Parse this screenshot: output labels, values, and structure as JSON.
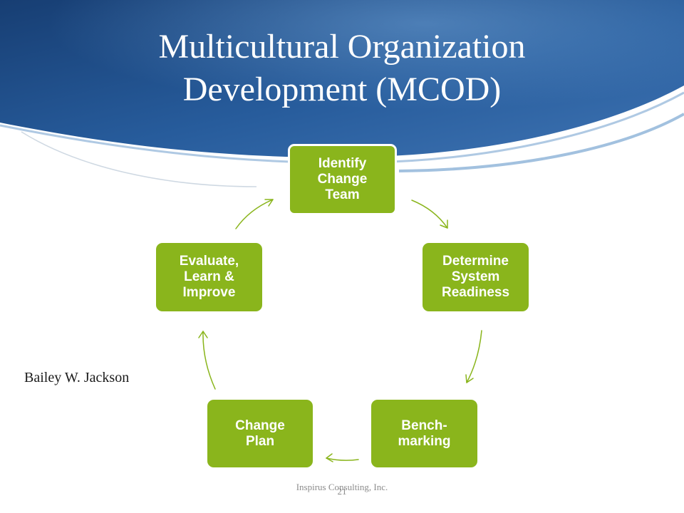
{
  "slide": {
    "title_lines": [
      "Multicultural Organization",
      "Development (MCOD)"
    ],
    "author": "Bailey W. Jackson",
    "footer": "Inspirus Consulting, Inc.",
    "page_number": "21"
  },
  "cycle": {
    "steps": [
      {
        "lines": [
          "Identify",
          "Change",
          "Team"
        ]
      },
      {
        "lines": [
          "Determine",
          "System",
          "Readiness"
        ]
      },
      {
        "lines": [
          "Bench-",
          "marking"
        ]
      },
      {
        "lines": [
          "Change",
          "Plan"
        ]
      },
      {
        "lines": [
          "Evaluate,",
          "Learn &",
          "Improve"
        ]
      }
    ]
  },
  "colors": {
    "node_fill": "#8ab51c",
    "arrow": "#8ab51c",
    "banner_dark": "#1f4c86",
    "banner_light": "#4f84bd"
  }
}
